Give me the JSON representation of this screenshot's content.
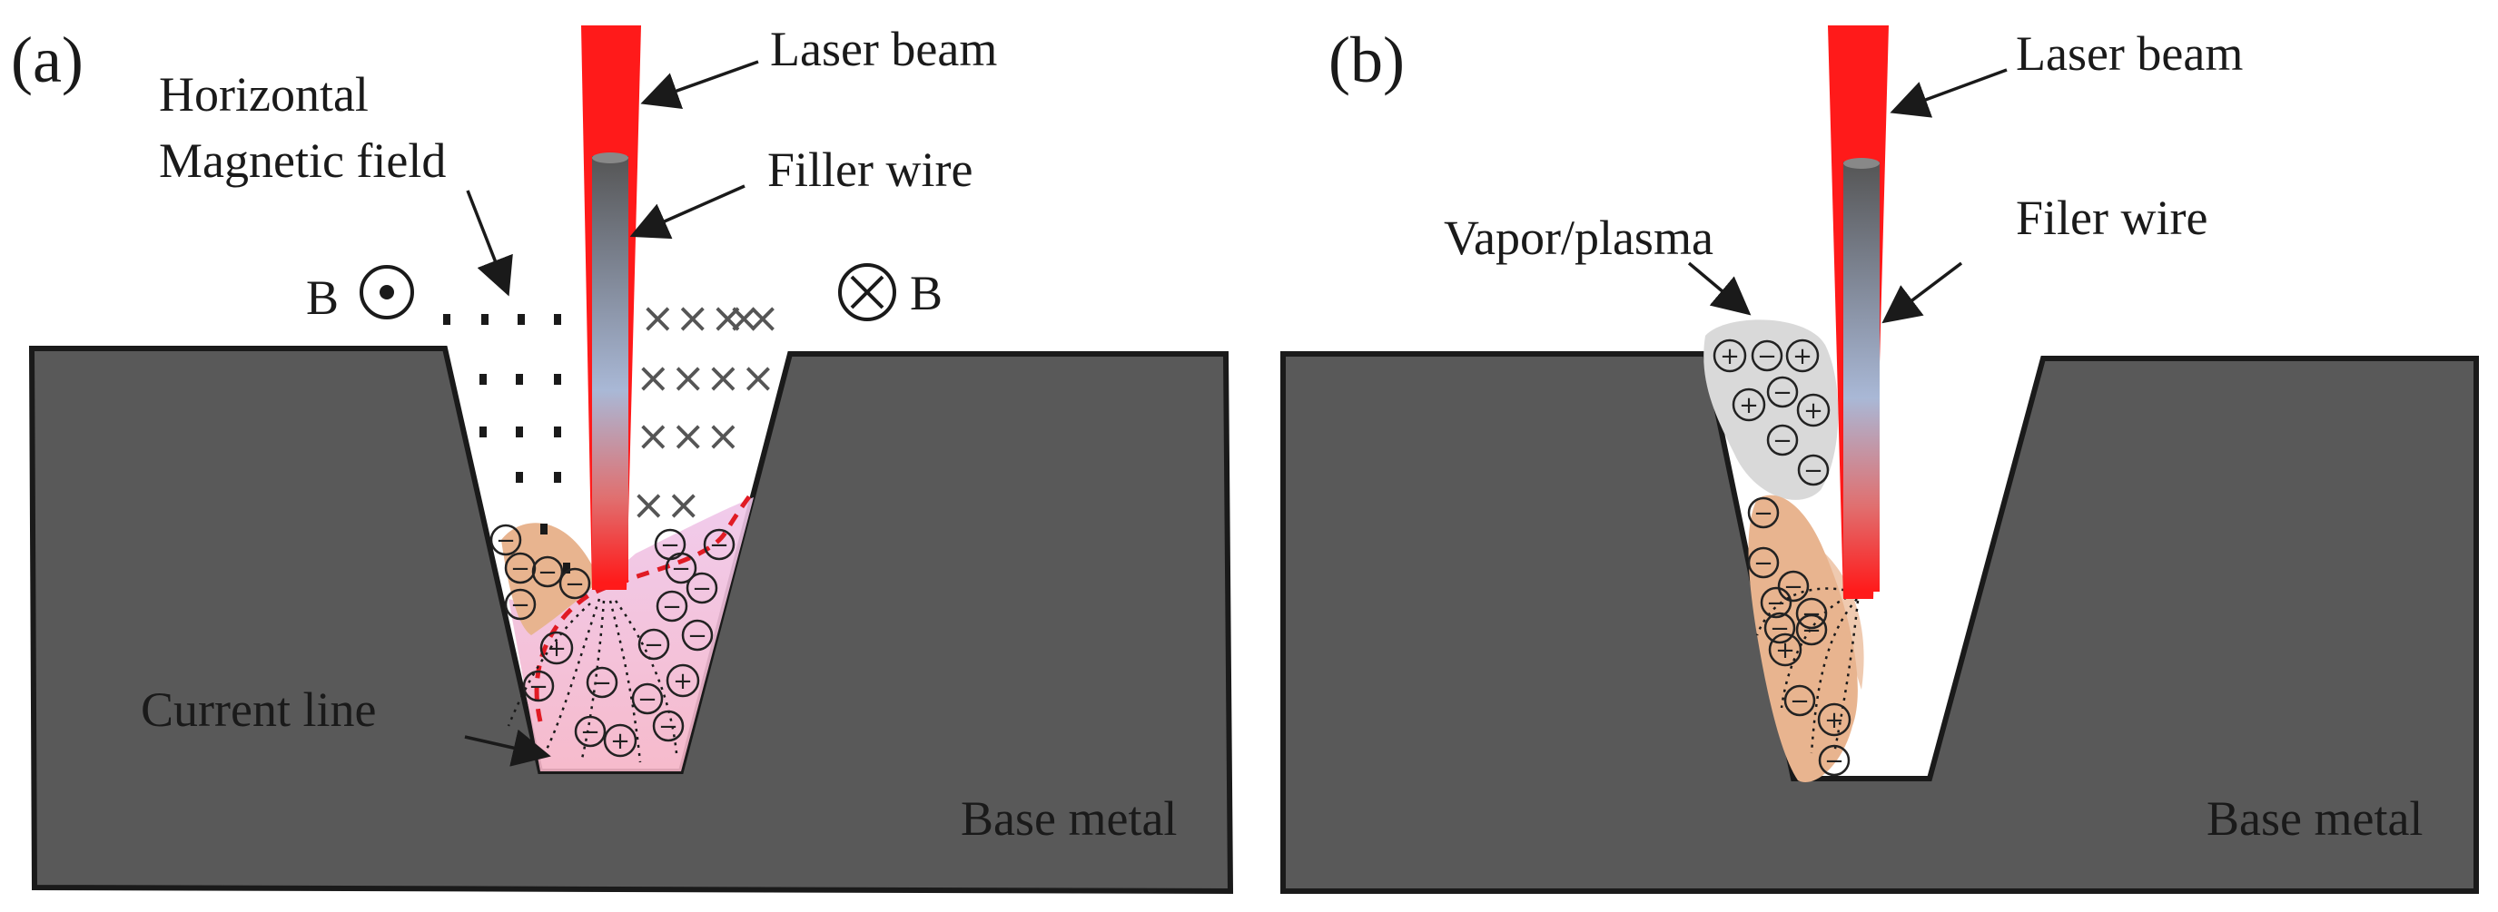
{
  "panels": [
    {
      "id": "a",
      "label": "(a)",
      "laser_label": "Laser beam",
      "wire_label": "Filler wire",
      "field_label_line1": "Horizontal",
      "field_label_line2": "Magnetic field",
      "b_left": "B",
      "b_right": "B",
      "current_label": "Current line",
      "base_label": "Base metal"
    },
    {
      "id": "b",
      "label": "(b)",
      "laser_label": "Laser beam",
      "wire_label": "Filer wire",
      "plasma_label": "Vapor/plasma",
      "base_label": "Base metal"
    }
  ],
  "colors": {
    "base_metal": "#595959",
    "laser": "#ff1a1a",
    "melt_pool": "#f4b8c8",
    "plasma_warm": "#e8b48f",
    "vapor": "#d9d9d9",
    "field_line": "#e01b24"
  },
  "ion_symbols": {
    "negative": "−",
    "positive": "+"
  }
}
